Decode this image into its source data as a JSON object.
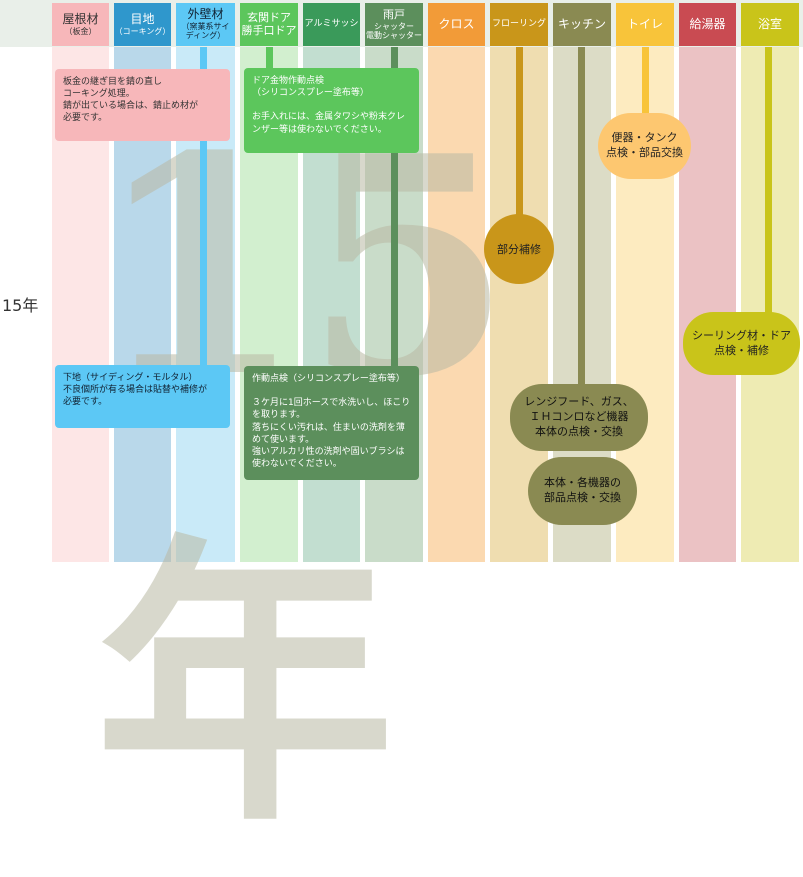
{
  "year_label": "15年",
  "columns": {
    "roof": {
      "label": "屋根材",
      "sub": "（板金）",
      "color": "#f7b7ba"
    },
    "joint": {
      "label": "目地",
      "sub": "（コーキング）",
      "color": "#2f97cc"
    },
    "wall": {
      "label": "外壁材",
      "sub": "（窯業系サイディング）",
      "color": "#5cc8f5"
    },
    "door": {
      "label": "玄関ドア",
      "sub": "勝手口ドア",
      "color": "#5cc65c"
    },
    "sash": {
      "label": "アルミサッシ",
      "color": "#3a9a5a"
    },
    "shutter": {
      "label": "雨戸",
      "sub": "シャッター",
      "sub2": "電動シャッター",
      "color": "#5c8f5c"
    },
    "cloth": {
      "label": "クロス",
      "color": "#f29b38"
    },
    "floor": {
      "label": "フローリング",
      "color": "#c9961a"
    },
    "kitchen": {
      "label": "キッチン",
      "color": "#8a8a52"
    },
    "toilet": {
      "label": "トイレ",
      "color": "#f8c43a"
    },
    "water": {
      "label": "給湯器",
      "color": "#c94b52"
    },
    "bath": {
      "label": "浴室",
      "color": "#c9c41a"
    }
  },
  "notes": {
    "roof_note": "板金の継ぎ目を錆の直し\nコーキング処理。\n錆が出ている場合は、錆止め材が\n必要です。",
    "wall_note": "下地（サイディング・モルタル）\n不良個所が有る場合は貼替や補修が\n必要です。",
    "door_note": "ドア金物作動点検\n（シリコンスプレー塗布等）\n\nお手入れには、金属タワシや粉末クレ\nンザー等は使わないでください。",
    "shutter_note": "作動点検（シリコンスプレー塗布等）\n\n３ケ月に1回ホースで水洗いし、ほこり\nを取ります。\n落ちにくい汚れは、住まいの洗剤を薄\nめて使います。\n強いアルカリ性の洗剤や固いブラシは\n使わないでください。"
  },
  "bubbles": {
    "floor": "部分補修",
    "toilet": "便器・タンク\n点検・部品交換",
    "bath": "シーリング材・ドア\n点検・補修",
    "kitchen1": "レンジフード、ガス、\nＩＨコンロなど機器\n本体の点検・交換",
    "kitchen2": "本体・各機器の\n部品点検・交換"
  },
  "background_text": "15年"
}
